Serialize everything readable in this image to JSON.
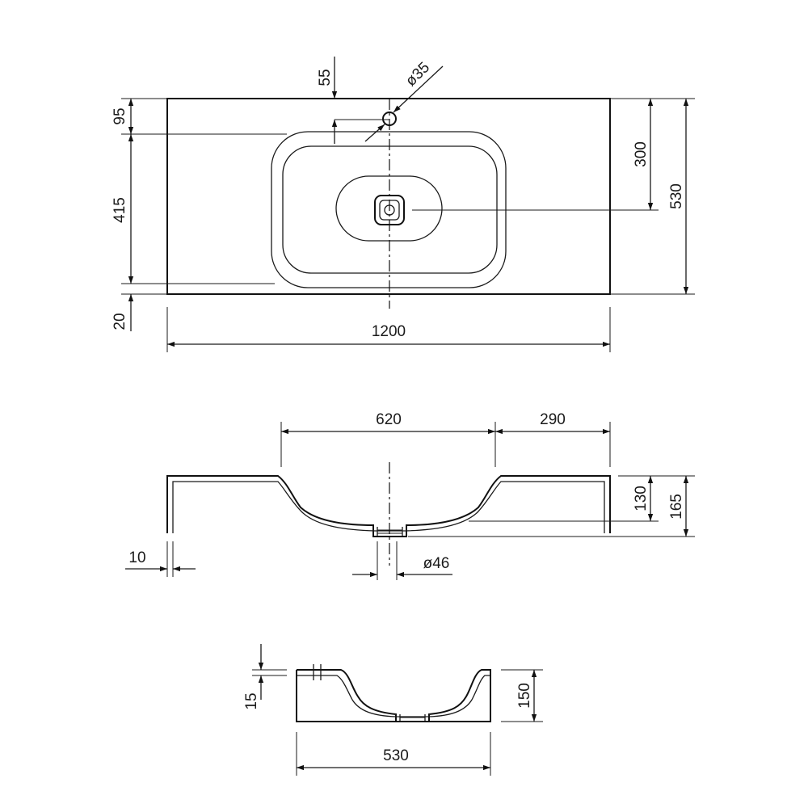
{
  "top_view": {
    "dim_55": "55",
    "dim_hole": "ø35",
    "dim_95": "95",
    "dim_415": "415",
    "dim_20": "20",
    "dim_300": "300",
    "dim_530": "530",
    "dim_1200": "1200"
  },
  "front_view": {
    "dim_620": "620",
    "dim_290": "290",
    "dim_130": "130",
    "dim_165": "165",
    "dim_10": "10",
    "dim_drain": "ø46"
  },
  "side_view": {
    "dim_15": "15",
    "dim_150": "150",
    "dim_530": "530"
  }
}
